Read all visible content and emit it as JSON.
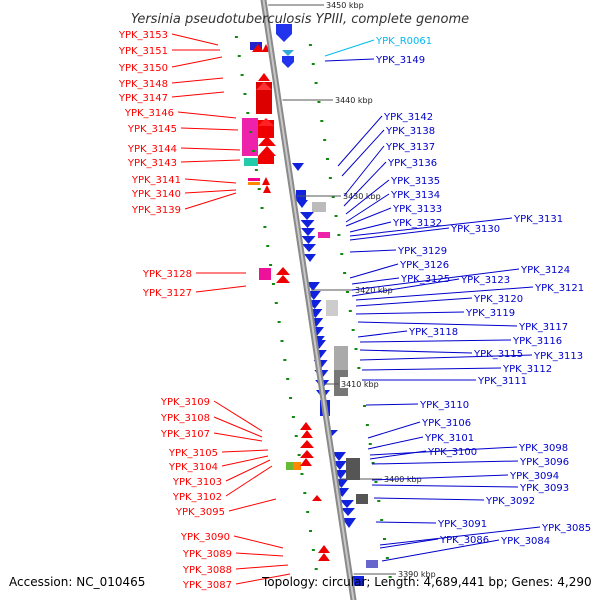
{
  "title": "Yersinia pseudotuberculosis YPIII, complete genome",
  "footer": {
    "accession": "Accession: NC_010465",
    "summary": "Topology: circular; Length: 4,689,441 bp; Genes: 4,290"
  },
  "colors": {
    "left_label": "#ff0000",
    "right_label": "#0000cc",
    "rna_label": "#00bbee",
    "backbone": "#9a9a9a",
    "tick": "#118811",
    "scale_text": "#222222"
  },
  "scale_marks": [
    "3450 kbp",
    "3440 kbp",
    "3430 kbp",
    "3420 kbp",
    "3410 kbp",
    "3400 kbp",
    "3390 kbp"
  ],
  "left_labels": [
    "YPK_3153",
    "YPK_3151",
    "YPK_3150",
    "YPK_3148",
    "YPK_3147",
    "YPK_3146",
    "YPK_3145",
    "YPK_3144",
    "YPK_3143",
    "YPK_3141",
    "YPK_3140",
    "YPK_3139",
    "YPK_3128",
    "YPK_3127",
    "YPK_3109",
    "YPK_3108",
    "YPK_3107",
    "YPK_3105",
    "YPK_3104",
    "YPK_3103",
    "YPK_3102",
    "YPK_3095",
    "YPK_3090",
    "YPK_3089",
    "YPK_3088",
    "YPK_3087"
  ],
  "right_labels": [
    "YPK_R0061",
    "YPK_3149",
    "YPK_3142",
    "YPK_3138",
    "YPK_3137",
    "YPK_3136",
    "YPK_3135",
    "YPK_3134",
    "YPK_3133",
    "YPK_3132",
    "YPK_3131",
    "YPK_3130",
    "YPK_3129",
    "YPK_3126",
    "YPK_3124",
    "YPK_3125",
    "YPK_3123",
    "YPK_3121",
    "YPK_3120",
    "YPK_3119",
    "YPK_3117",
    "YPK_3118",
    "YPK_3116",
    "YPK_3115",
    "YPK_3113",
    "YPK_3112",
    "YPK_3111",
    "YPK_3110",
    "YPK_3106",
    "YPK_3101",
    "YPK_3098",
    "YPK_3100",
    "YPK_3096",
    "YPK_3094",
    "YPK_3093",
    "YPK_3092",
    "YPK_3091",
    "YPK_3085",
    "YPK_3086",
    "YPK_3084"
  ]
}
